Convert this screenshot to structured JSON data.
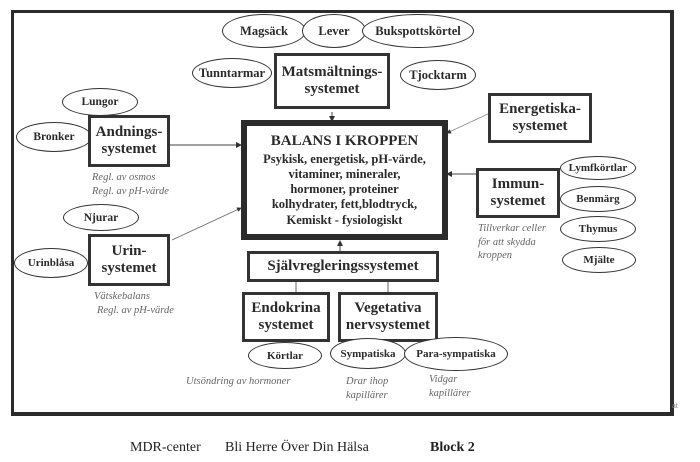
{
  "center": {
    "title": "BALANS I KROPPEN",
    "lines": [
      "Psykisk, energetisk, pH-värde,",
      "vitaminer,  mineraler,",
      "hormoner, proteiner",
      "kolhydrater, fett,blodtryck,",
      "Kemiskt - fysiologiskt"
    ]
  },
  "systems": {
    "matsmaltning": {
      "line1": "Matsmältnings-",
      "line2": "systemet"
    },
    "andning": {
      "line1": "Andnings-",
      "line2": "systemet"
    },
    "urin": {
      "line1": "Urin-",
      "line2": "systemet"
    },
    "energetiska": {
      "line1": "Energetiska-",
      "line2": "systemet"
    },
    "immun": {
      "line1": "Immun-",
      "line2": "systemet"
    },
    "sjalvreglering": {
      "line1": "Självregleringssystemet"
    },
    "endokrina": {
      "line1": "Endokrina",
      "line2": "systemet"
    },
    "vegetativa": {
      "line1": "Vegetativa",
      "line2": "nervsystemet"
    }
  },
  "organs": {
    "magsack": "Magsäck",
    "lever": "Lever",
    "bukspottskortel": "Bukspottskörtel",
    "tunntarmar": "Tunntarmar",
    "tjocktarm": "Tjocktarm",
    "lungor": "Lungor",
    "bronker": "Bronker",
    "njurar": "Njurar",
    "urinblasa": "Urinblåsa",
    "lymfkortlar": "Lymfkörtlar",
    "benmarg": "Benmärg",
    "thymus": "Thymus",
    "mjalte": "Mjälte",
    "kortlar": "Körtlar",
    "sympatiska": "Sympatiska",
    "parasympatiska": "Para-sympatiska"
  },
  "notes": {
    "andning": [
      "Regl. av osmos",
      "Regl. av pH-värde"
    ],
    "urin": [
      "Vätskebalans",
      "Regl. av pH-värde"
    ],
    "immun": [
      "Tillverkar celler",
      "för att skydda",
      "kroppen"
    ],
    "endokrina": [
      "Utsöndring av hormoner"
    ],
    "sympatiska": [
      "Drar ihop",
      "kapillärer"
    ],
    "parasympatiska": [
      "Vidgar",
      "kapillärer"
    ]
  },
  "corner_mark": "at",
  "footer": {
    "org": "MDR-center",
    "title": "Bli Herre Över Din Hälsa",
    "block": "Block 2"
  }
}
